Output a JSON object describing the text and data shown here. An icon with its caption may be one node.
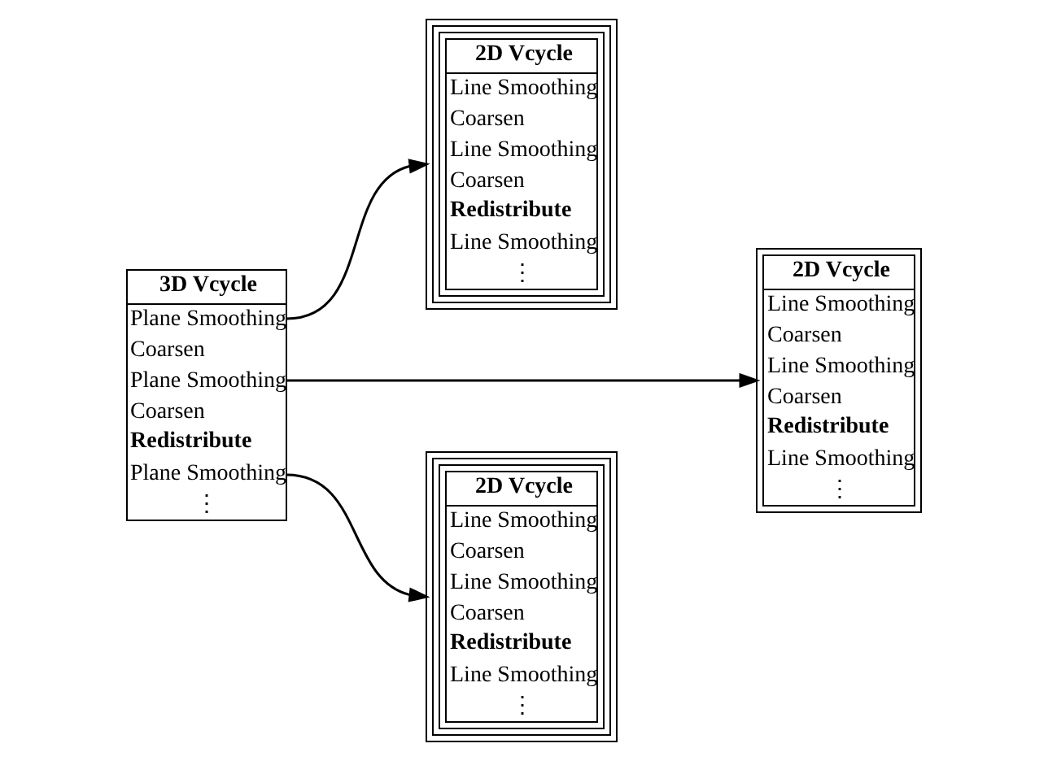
{
  "diagram": {
    "nodes": [
      {
        "text": [
          "3D Vcycle",
          "Plane Smoothing",
          "Coarsen",
          "Plane Smoothing",
          "Coarsen",
          "Redistribute",
          "Plane Smoothing",
          "⋮"
        ]
      },
      {
        "text": [
          "2D Vcycle",
          "Line Smoothing",
          "Coarsen",
          "Line Smoothing",
          "Coarsen",
          "Redistribute",
          "Line Smoothing",
          "⋮"
        ]
      },
      {
        "text": [
          "2D Vcycle",
          "Line Smoothing",
          "Coarsen",
          "Line Smoothing",
          "Coarsen",
          "Redistribute",
          "Line Smoothing",
          "⋮"
        ]
      },
      {
        "text": [
          "2D Vcycle",
          "Line Smoothing",
          "Coarsen",
          "Line Smoothing",
          "Coarsen",
          "Redistribute",
          "Line Smoothing",
          "⋮"
        ]
      }
    ],
    "edges": [
      {
        "from": 0,
        "to": 1,
        "arrow": "to"
      },
      {
        "from": 0,
        "to": 2,
        "arrow": "to"
      },
      {
        "from": 0,
        "to": 3,
        "arrow": "to"
      }
    ]
  }
}
